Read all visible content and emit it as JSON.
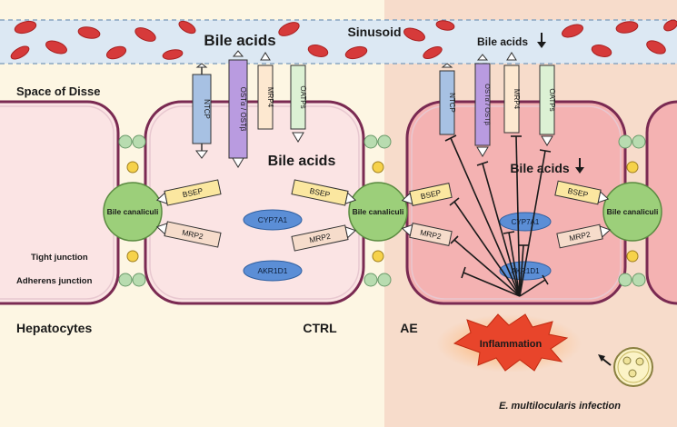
{
  "labels": {
    "sinusoid": "Sinusoid",
    "bile_acids_top_left": "Bile acids",
    "bile_acids_top_right": "Bile acids",
    "space_of_disse": "Space of Disse",
    "bile_acids_mid_left": "Bile acids",
    "bile_acids_mid_right": "Bile acids",
    "tight_junction": "Tight junction",
    "adherens_junction": "Adherens junction",
    "hepatocytes": "Hepatocytes",
    "ctrl": "CTRL",
    "ae": "AE",
    "inflammation": "Inflammation",
    "infection": "E. multilocularis infection",
    "bile_canaliculi": "Bile canaliculi"
  },
  "transporters": {
    "ntcp": "NTCP",
    "ost": "OSTα / OSTβ",
    "mrp4": "MRP4",
    "oatps": "OATPs",
    "bsep": "BSEP",
    "mrp2": "MRP2"
  },
  "enzymes": {
    "cyp7a1": "CYP7A1",
    "akr1d1": "AKR1D1"
  },
  "colors": {
    "ctrl_bg": "#fdf6e3",
    "ae_bg": "#f7dccb",
    "sinusoid": "#dce8f3",
    "rbc": "#d63a3a",
    "cell_ctrl": "#fbe4e4",
    "cell_ae": "#f4b2b2",
    "membrane": "#7a2a52",
    "canaliculi": "#9ccf7a",
    "ntcp": "#a7c1e3",
    "ost": "#b99be0",
    "mrp4": "#fde8d0",
    "oatps": "#dcf1d4",
    "bsep": "#fbe7a0",
    "mrp2": "#f6dccb",
    "enzyme": "#5b8ed6",
    "inflammation": "#e8452b"
  },
  "icons": {
    "down_arrow": "down-arrow-icon",
    "parasite": "parasite-cyst-icon"
  }
}
